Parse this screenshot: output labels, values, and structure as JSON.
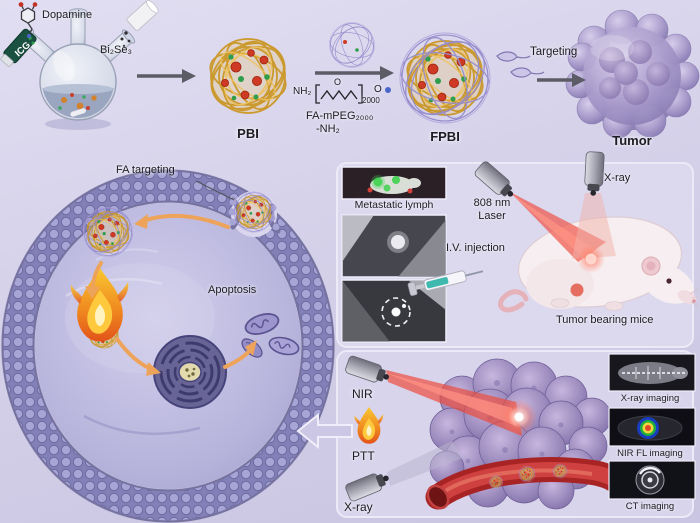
{
  "figure": {
    "synthesis": {
      "reagent_dopamine": "Dopamine",
      "reagent_icg": "ICG",
      "reagent_bise": "Bi₂Se₃",
      "pbi_label": "PBI",
      "formula": {
        "nh2": "NH₂",
        "o_mid": "O",
        "subscript": "2000",
        "o_end": "O"
      },
      "peg_label_line1": "FA-mPEG₂₀₀₀",
      "peg_label_line2": "-NH₂",
      "fpbi_label": "FPBI",
      "targeting_label": "Targeting",
      "tumor_label": "Tumor"
    },
    "cell": {
      "fa_targeting_label": "FA targeting",
      "apoptosis_label": "Apoptosis"
    },
    "in_vivo": {
      "metastatic_lymph_label": "Metastatic lymph",
      "laser_label_line1": "808 nm",
      "laser_label_line2": "Laser",
      "xray_label": "X-ray",
      "iv_injection_label": "I.V. injection",
      "tumor_bearing_mice_label": "Tumor bearing mice"
    },
    "therapy": {
      "nir_label": "NIR",
      "ptt_label": "PTT",
      "xray_label": "X-ray",
      "imaging_labels": [
        "X-ray imaging",
        "NIR FL imaging",
        "CT imaging"
      ]
    },
    "colors": {
      "background": "#d5d1e8",
      "nanoparticle_gold": "#c9941f",
      "mesh_purple": "#968ccb",
      "cell_purple": "#807db4",
      "beam_red": "#ee4a3a",
      "arrow_orange": "#eda35a",
      "vessel_red": "#a82424",
      "icg_green": "#2e9e4c",
      "dot_red": "#cf3a24"
    }
  }
}
